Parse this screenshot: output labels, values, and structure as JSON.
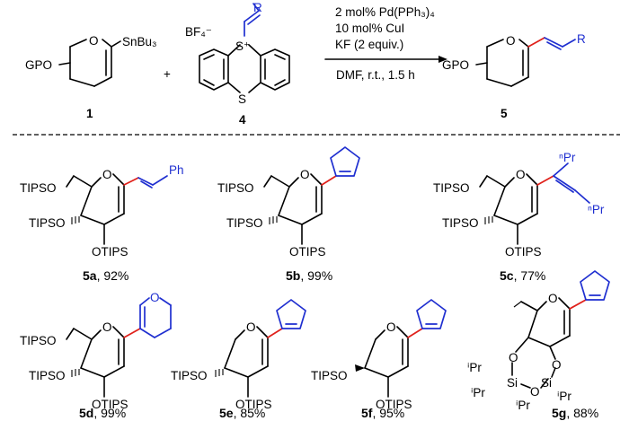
{
  "reaction": {
    "reagent1": {
      "substituent": "GPO",
      "stannyl": "SnBu₃",
      "number": "1"
    },
    "plus": "+",
    "reagent4": {
      "r_group": "R",
      "counterion": "BF₄⁻",
      "sulfonium": "S⁺",
      "sulfur": "S",
      "number": "4"
    },
    "conditions": [
      "2 mol% Pd(PPh₃)₄",
      "10 mol% CuI",
      "KF (2 equiv.)"
    ],
    "conditions_below": "DMF, r.t., 1.5 h",
    "product": {
      "substituent": "GPO",
      "ring_o": "O",
      "r_group": "R",
      "number": "5"
    }
  },
  "products": [
    {
      "id": "5a",
      "yield": ", 92%",
      "labels": {
        "tipso": "TIPSO",
        "tipso2": "TIPSO",
        "otips": "OTIPS",
        "o": "O",
        "ph": "Ph"
      }
    },
    {
      "id": "5b",
      "yield": ", 99%",
      "labels": {
        "tipso": "TIPSO",
        "tipso2": "TIPSO",
        "otips": "OTIPS",
        "o": "O"
      }
    },
    {
      "id": "5c",
      "yield": ", 77%",
      "labels": {
        "tipso": "TIPSO",
        "tipso2": "TIPSO",
        "otips": "OTIPS",
        "o": "O",
        "npr": "ⁿPr",
        "npr2": "ⁿPr"
      }
    },
    {
      "id": "5d",
      "yield": ", 99%",
      "labels": {
        "tipso": "TIPSO",
        "tipso2": "TIPSO",
        "otips": "OTIPS",
        "o": "O",
        "o2": "O"
      }
    },
    {
      "id": "5e",
      "yield": ", 85%",
      "labels": {
        "tipso": "TIPSO",
        "otips": "OTIPS",
        "o": "O"
      }
    },
    {
      "id": "5f",
      "yield": ", 95%",
      "labels": {
        "tipso": "TIPSO",
        "otips": "OTIPS",
        "o": "O"
      }
    },
    {
      "id": "5g",
      "yield": ", 88%",
      "labels": {
        "o": "O",
        "o1": "O",
        "o2": "O",
        "o3": "O",
        "si1": "Si",
        "si2": "Si",
        "ipr1": "ⁱPr",
        "ipr2": "ⁱPr",
        "ipr3": "ⁱPr",
        "ipr4": "ⁱPr"
      }
    }
  ]
}
